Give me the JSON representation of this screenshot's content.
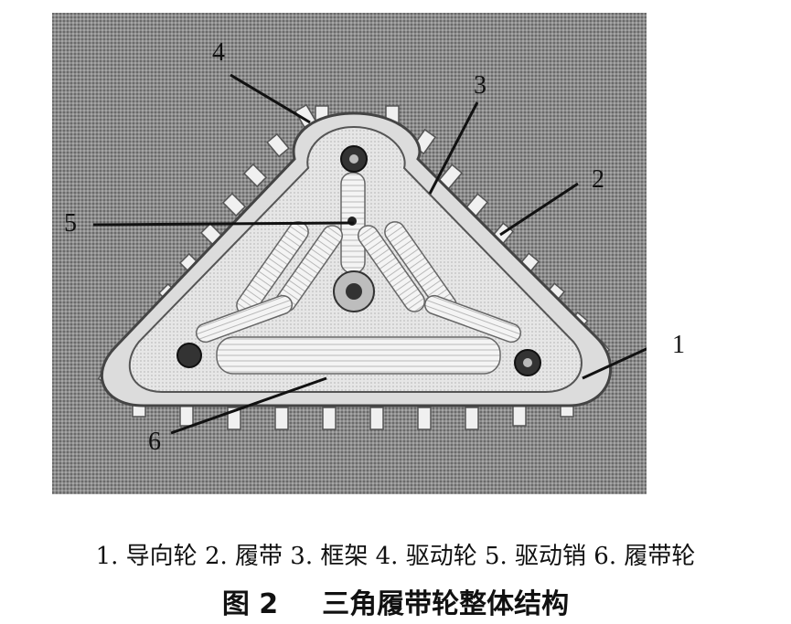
{
  "figure": {
    "callouts": [
      "4",
      "3",
      "2",
      "5",
      "1",
      "6"
    ],
    "legend": "1. 导向轮 2. 履带 3. 框架 4. 驱动轮 5. 驱动销 6. 履带轮",
    "caption_number": "图 2",
    "caption_title": "三角履带轮整体结构"
  }
}
